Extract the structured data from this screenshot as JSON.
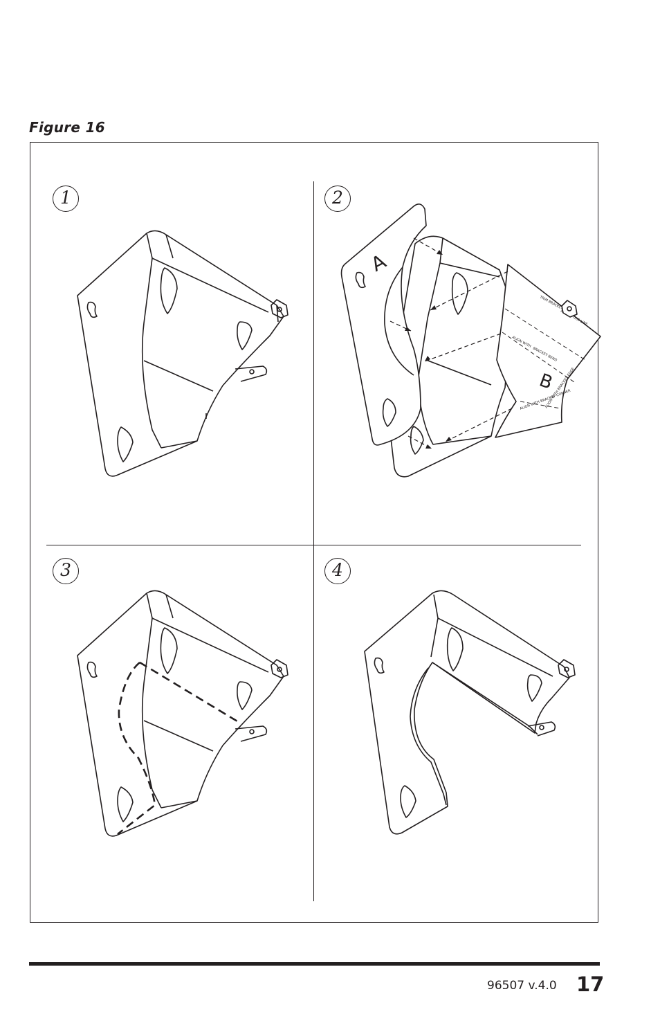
{
  "figure": {
    "title": "Figure 16"
  },
  "steps": [
    {
      "number": "1"
    },
    {
      "number": "2",
      "part_a": "A",
      "part_b": "B",
      "template_notes": [
        "TRIM BRACKET",
        "ALONG THIS LINE",
        "ALIGN WITH",
        "BRACKET BEND",
        "ALIGN WITH BRACKET EDGE",
        "ALIGN WITH BRACKET CORNER"
      ]
    },
    {
      "number": "3"
    },
    {
      "number": "4"
    }
  ],
  "footer": {
    "doc_id": "96507 v.4.0",
    "page_number": "17"
  }
}
